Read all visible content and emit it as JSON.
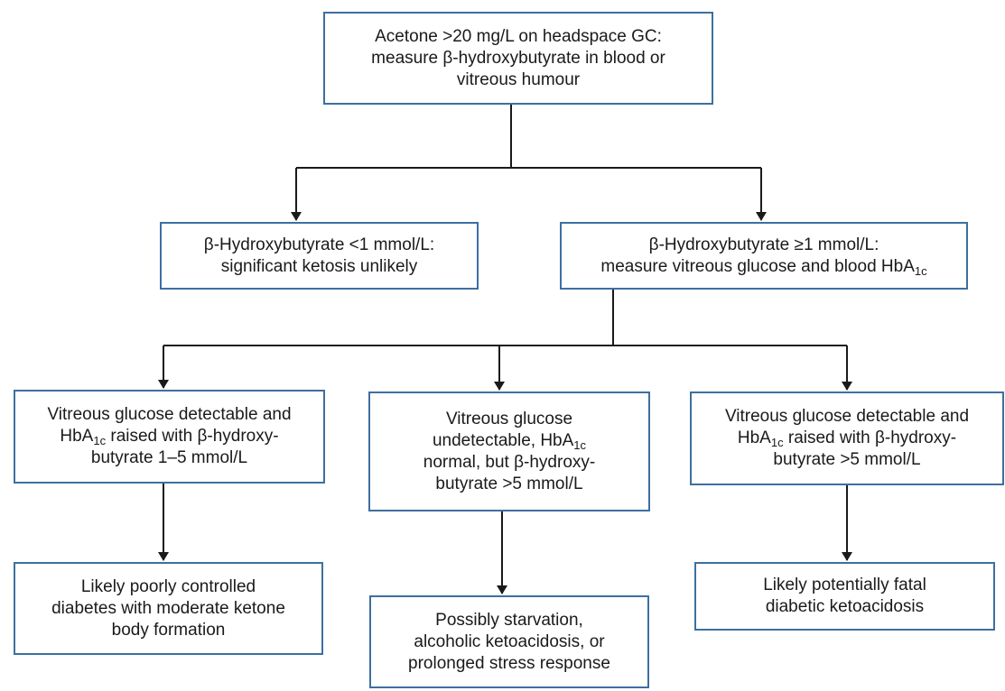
{
  "nodes": {
    "root": {
      "lines": [
        "Acetone >20 mg/L on headspace GC:",
        "measure β-hydroxybutyrate in blood or",
        "vitreous humour"
      ]
    },
    "low": {
      "lines": [
        "β-Hydroxybutyrate <1 mmol/L:",
        "significant ketosis unlikely"
      ]
    },
    "high": {
      "line1": "β-Hydroxybutyrate ≥1 mmol/L:",
      "line2_a": "measure vitreous glucose and blood HbA",
      "line2_sub": "1c"
    },
    "left": {
      "line1": "Vitreous glucose detectable and",
      "line2_a": "HbA",
      "line2_sub": "1c",
      "line2_b": " raised with β-hydroxy-",
      "line3": "butyrate 1–5 mmol/L"
    },
    "mid": {
      "line1": "Vitreous glucose",
      "line2_a": "undetectable, HbA",
      "line2_sub": "1c",
      "line3": "normal, but β-hydroxy-",
      "line4": "butyrate >5 mmol/L"
    },
    "right": {
      "line1": "Vitreous glucose detectable and",
      "line2_a": "HbA",
      "line2_sub": "1c",
      "line2_b": " raised with β-hydroxy-",
      "line3": "butyrate >5 mmol/L"
    },
    "outcome_left": {
      "lines": [
        "Likely poorly controlled",
        "diabetes with moderate ketone",
        "body formation"
      ]
    },
    "outcome_mid": {
      "lines": [
        "Possibly starvation,",
        "alcoholic ketoacidosis, or",
        "prolonged stress response"
      ]
    },
    "outcome_right": {
      "lines": [
        "Likely potentially fatal",
        "diabetic ketoacidosis"
      ]
    }
  },
  "colors": {
    "box_border": "#3d6fa0",
    "connector": "#1a1a1a",
    "text": "#1a1a1a"
  }
}
